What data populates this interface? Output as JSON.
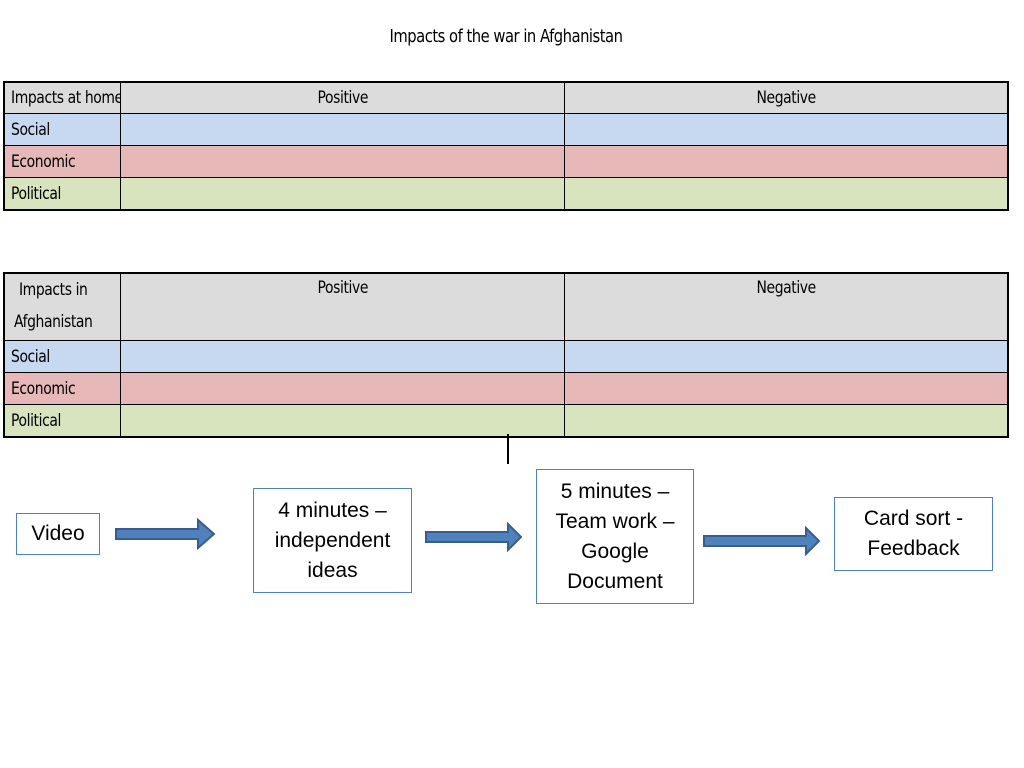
{
  "title": "Impacts of the war in Afghanistan",
  "colors": {
    "header": "#dcdcdc",
    "social": "#c6d9f1",
    "economic": "#e6b9b8",
    "political": "#d7e4bd",
    "box_border": "#4f81bd",
    "arrow_fill": "#4f81bd",
    "arrow_stroke": "#385d8a"
  },
  "tables": [
    {
      "corner": "Impacts at home",
      "columns": [
        "Positive",
        "Negative"
      ],
      "rows": [
        "Social",
        "Economic",
        "Political"
      ]
    },
    {
      "corner": "Impacts in Afghanistan",
      "columns": [
        "Positive",
        "Negative"
      ],
      "rows": [
        "Social",
        "Economic",
        "Political"
      ]
    }
  ],
  "flow": {
    "steps": [
      {
        "label": "Video"
      },
      {
        "label": "4 minutes – independent ideas"
      },
      {
        "label": "5 minutes – Team work – Google Document"
      },
      {
        "label": "Card sort - Feedback"
      }
    ]
  }
}
